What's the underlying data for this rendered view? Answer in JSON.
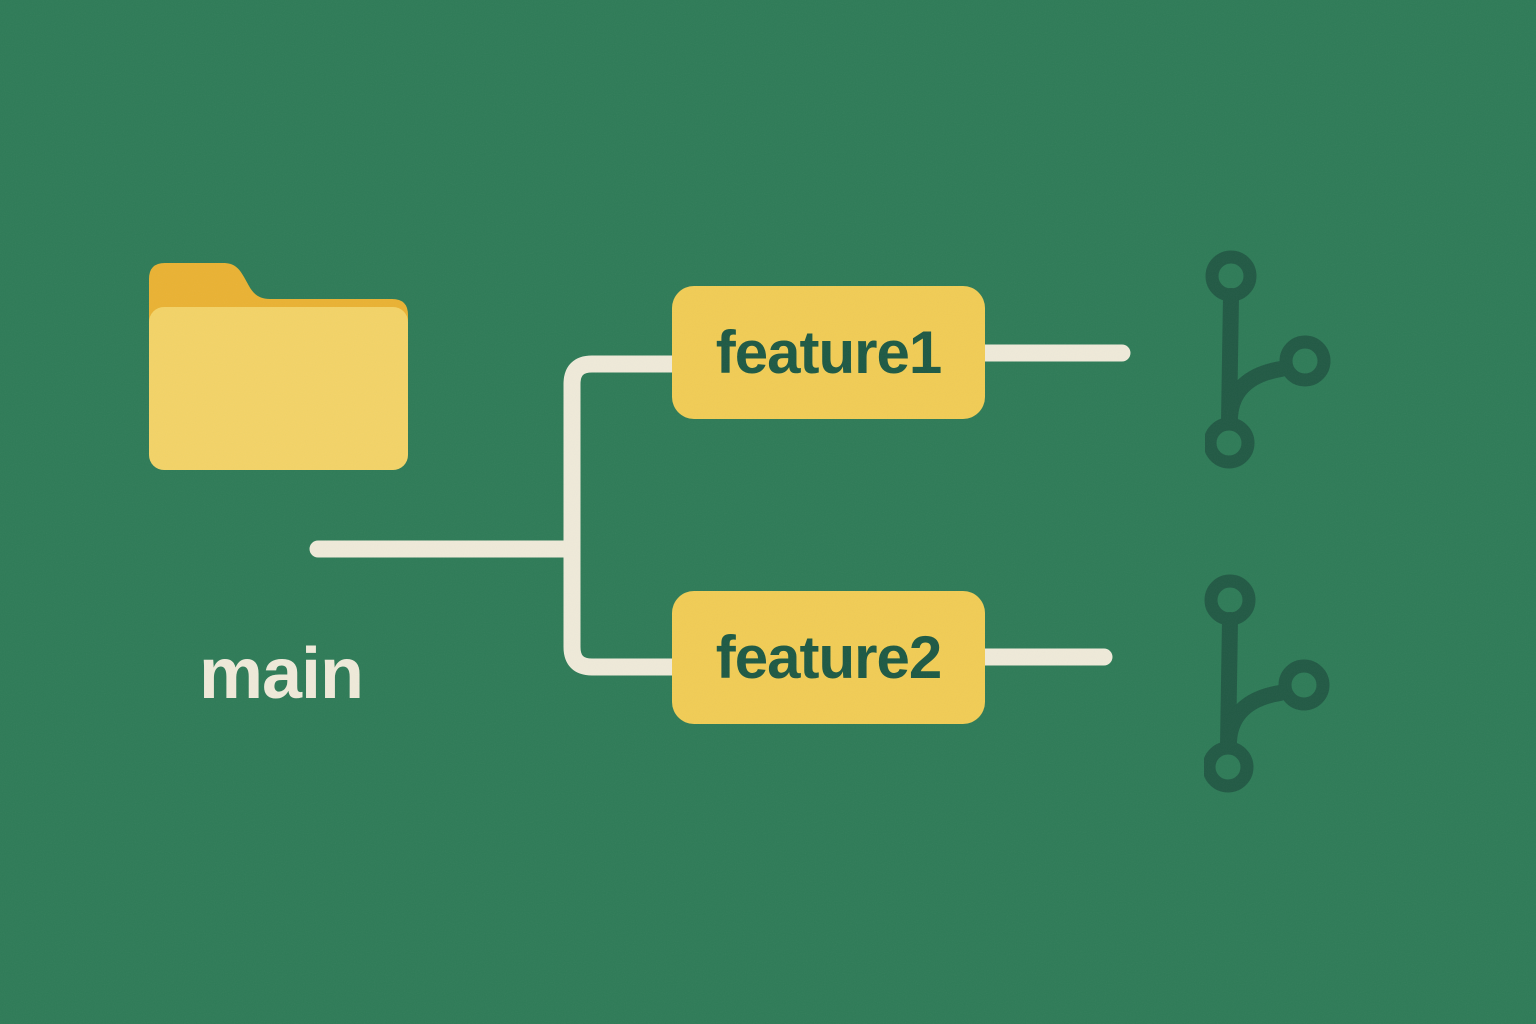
{
  "colors": {
    "bg": "#2e7b57",
    "line": "#efead9",
    "boxBg": "#f1cc55",
    "boxText": "#1d5944",
    "icon": "#215944",
    "folderBack": "#eab233",
    "folderFront": "#f3d367"
  },
  "diagram": {
    "root": {
      "label": "main",
      "icon": "folder-icon"
    },
    "branches": [
      {
        "label": "feature1",
        "icon": "git-branch-icon"
      },
      {
        "label": "feature2",
        "icon": "git-branch-icon"
      }
    ]
  }
}
